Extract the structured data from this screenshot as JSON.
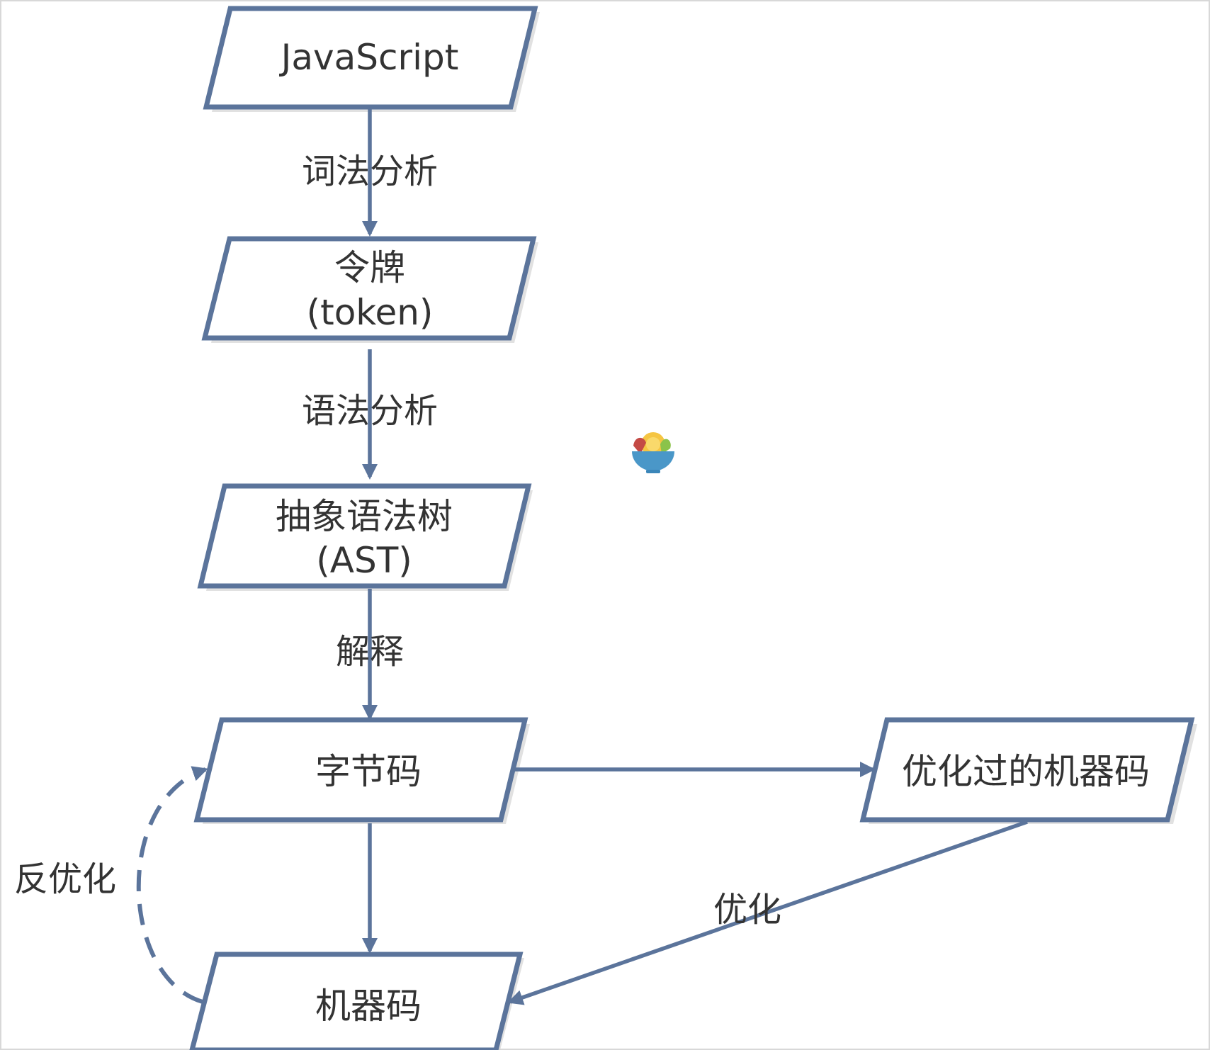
{
  "nodes": {
    "javascript": {
      "label": "JavaScript"
    },
    "token": {
      "line1": "令牌",
      "line2": "(token)"
    },
    "ast": {
      "line1": "抽象语法树",
      "line2": "(AST)"
    },
    "bytecode": {
      "label": "字节码"
    },
    "optimized_machine_code": {
      "label": "优化过的机器码"
    },
    "machine_code": {
      "label": "机器码"
    }
  },
  "edges": {
    "lexical_analysis": {
      "label": "词法分析"
    },
    "syntax_analysis": {
      "label": "语法分析"
    },
    "interpret": {
      "label": "解释"
    },
    "deoptimize": {
      "label": "反优化"
    },
    "optimize": {
      "label": "优化"
    }
  },
  "icons": {
    "center_logo": "fruit-bowl-icon"
  },
  "colors": {
    "stroke": "#5b749b",
    "text": "#333333",
    "fill": "#ffffff"
  }
}
